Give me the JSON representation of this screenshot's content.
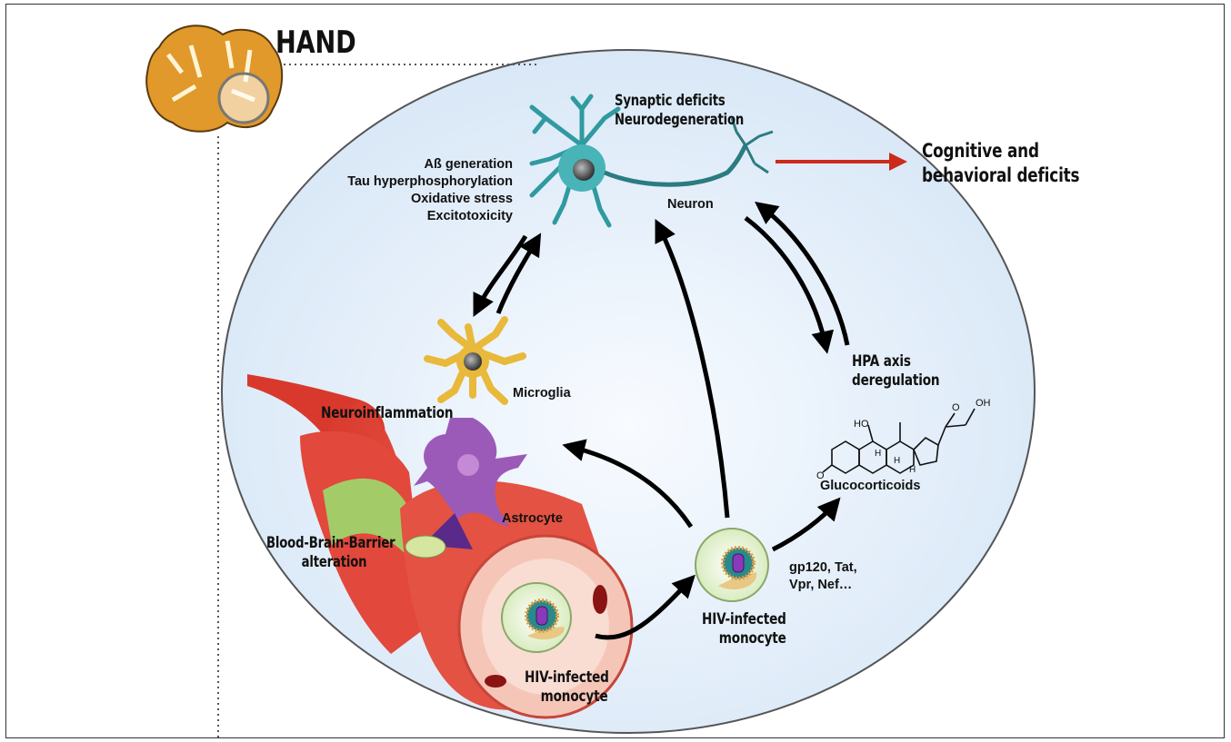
{
  "title": "HAND",
  "outcome": {
    "line1": "Cognitive and",
    "line2": "behavioral deficits"
  },
  "neuron": {
    "label": "Neuron",
    "effects": [
      "Synaptic deficits",
      "Neurodegeneration"
    ]
  },
  "mechanisms": [
    "Aß generation",
    "Tau hyperphosphorylation",
    "Oxidative stress",
    "Excitotoxicity"
  ],
  "microglia": {
    "label": "Microglia"
  },
  "neuroinflammation": {
    "label": "Neuroinflammation"
  },
  "astrocyte": {
    "label": "Astrocyte"
  },
  "bbb": {
    "line1": "Blood-Brain-Barrier",
    "line2": "alteration"
  },
  "hpa": {
    "line1": "HPA axis",
    "line2": "deregulation"
  },
  "glucocorticoids": {
    "label": "Glucocorticoids",
    "molecule_labels": {
      "oh1": "OH",
      "oh2": "HO",
      "o1": "O",
      "o2": "O",
      "h1": "H",
      "h2": "H",
      "h3": "H"
    }
  },
  "viral_proteins": {
    "line1": "gp120, Tat,",
    "line2": "Vpr, Nef…"
  },
  "monocyte_vessel": {
    "line1": "HIV-infected",
    "line2": "monocyte"
  },
  "monocyte_tissue": {
    "line1": "HIV-infected",
    "line2": "monocyte"
  },
  "colors": {
    "arrow": "#000000",
    "red_arrow": "#cc2a1a",
    "vessel": "#e2483b",
    "bbb_green": "#9fd46a",
    "microglia": "#e8b93a",
    "astrocyte": "#9b5ab8",
    "neuron": "#2f9aa0",
    "brain": "#e0992a"
  }
}
